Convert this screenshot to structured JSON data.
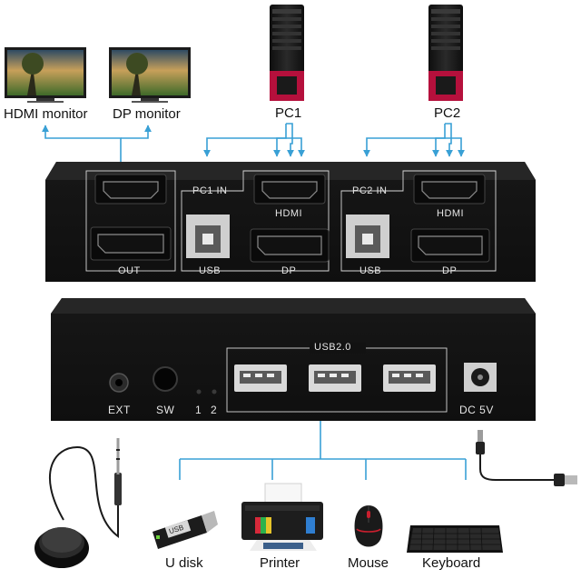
{
  "colors": {
    "panel": "#141414",
    "panel_edge": "#2e2e2e",
    "arrow": "#39a0d5",
    "outline": "#d8d8d8",
    "pc_accent": "#b5103c",
    "panel_text": "#e6e6e6"
  },
  "top_labels": {
    "hdmi_monitor": "HDMI monitor",
    "dp_monitor": "DP monitor",
    "pc1": "PC1",
    "pc2": "PC2"
  },
  "front_panel": {
    "out": "OUT",
    "pc1_in": "PC1 IN",
    "pc2_in": "PC2 IN",
    "hdmi_1": "HDMI",
    "hdmi_2": "HDMI",
    "usb_1": "USB",
    "dp_1": "DP",
    "usb_2": "USB",
    "dp_2": "DP"
  },
  "rear_panel": {
    "usb_group": "USB2.0",
    "ext": "EXT",
    "sw": "SW",
    "led_1": "1",
    "led_2": "2",
    "dc": "DC 5V"
  },
  "devices": {
    "u_disk": "U disk",
    "u_disk_tag": "USB",
    "printer": "Printer",
    "mouse": "Mouse",
    "keyboard": "Keyboard"
  },
  "icons": [
    "monitor-icon",
    "pc-tower-icon",
    "hdmi-port-icon",
    "displayport-port-icon",
    "usb-b-port-icon",
    "usb-a-port-icon",
    "audio-jack-icon",
    "push-button-icon",
    "led-icon",
    "dc-jack-icon",
    "remote-switch-icon",
    "usb-drive-icon",
    "printer-icon",
    "mouse-icon",
    "keyboard-icon",
    "usb-cable-icon"
  ]
}
